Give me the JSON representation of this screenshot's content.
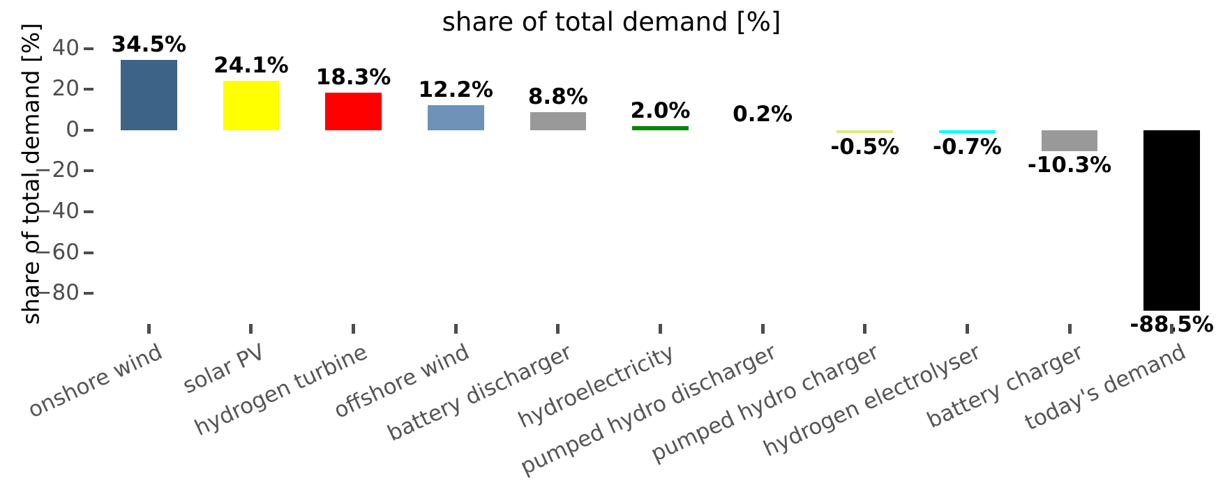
{
  "chart_data": {
    "type": "bar",
    "title": "share of total demand [%]",
    "xlabel": "",
    "ylabel": "share of total demand [%]",
    "ylim": [
      -95,
      45
    ],
    "yticks": [
      "40",
      "20",
      "0",
      "−20",
      "−40",
      "−60",
      "−80"
    ],
    "ytick_values": [
      40,
      20,
      0,
      -20,
      -40,
      -60,
      -80
    ],
    "grid": false,
    "legend": "none",
    "categories": [
      "onshore wind",
      "solar PV",
      "hydrogen turbine",
      "offshore wind",
      "battery discharger",
      "hydroelectricity",
      "pumped hydro discharger",
      "pumped hydro charger",
      "hydrogen electrolyser",
      "battery charger",
      "today's demand"
    ],
    "values": [
      34.5,
      24.1,
      18.3,
      12.2,
      8.8,
      2.0,
      0.2,
      -0.5,
      -0.7,
      -10.3,
      -88.5
    ],
    "value_labels": [
      "34.5%",
      "24.1%",
      "18.3%",
      "12.2%",
      "8.8%",
      "2.0%",
      "0.2%",
      "-0.5%",
      "-0.7%",
      "-10.3%",
      "-88.5%"
    ],
    "colors": [
      "#3d6386",
      "#ffff00",
      "#fe0000",
      "#6e92b8",
      "#999999",
      "#068708",
      "#ffffff",
      "#dbeb80",
      "#00ffff",
      "#999999",
      "#000000"
    ]
  }
}
